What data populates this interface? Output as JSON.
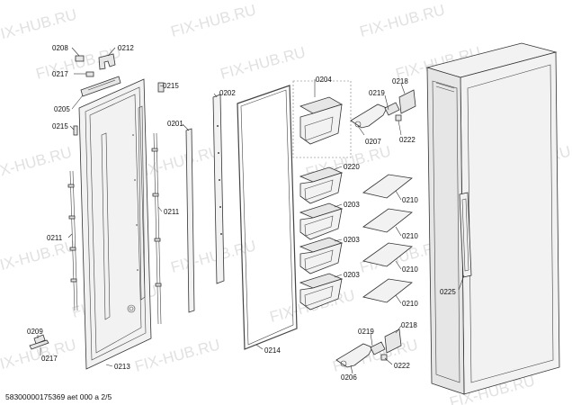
{
  "watermark": "FIX-HUB.RU",
  "footer": "58300000175369 aet 000 a 2/5",
  "labels": {
    "p0208": "0208",
    "p0212": "0212",
    "p0217a": "0217",
    "p0205": "0205",
    "p0215a": "0215",
    "p0215b": "0215",
    "p0202": "0202",
    "p0201": "0201",
    "p0211a": "0211",
    "p0211b": "0211",
    "p0213": "0213",
    "p0214": "0214",
    "p0209": "0209",
    "p0217b": "0217",
    "p0204": "0204",
    "p0220": "0220",
    "p0203a": "0203",
    "p0203b": "0203",
    "p0203c": "0203",
    "p0219a": "0219",
    "p0218a": "0218",
    "p0207": "0207",
    "p0222a": "0222",
    "p0210a": "0210",
    "p0210b": "0210",
    "p0210c": "0210",
    "p0210d": "0210",
    "p0225": "0225",
    "p0219b": "0219",
    "p0218b": "0218",
    "p0206": "0206",
    "p0222b": "0222"
  }
}
